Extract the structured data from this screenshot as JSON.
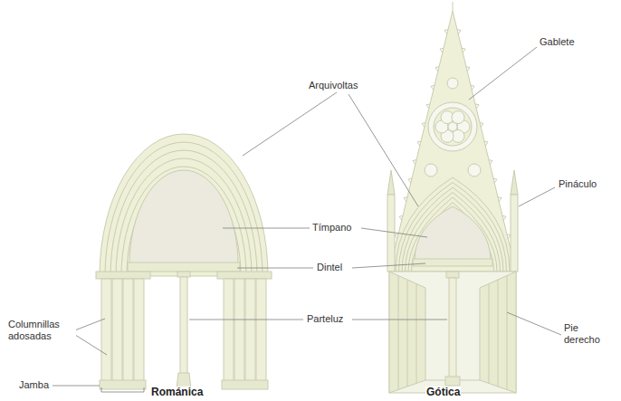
{
  "diagram": {
    "labels": [
      "Gablete",
      "Arquivoltas",
      "Pináculo",
      "Tímpano",
      "Dintel",
      "Parteluz",
      "Columnillas adosadas",
      "Pie derecho",
      "Jamba",
      "Románica",
      "Gótica"
    ]
  }
}
